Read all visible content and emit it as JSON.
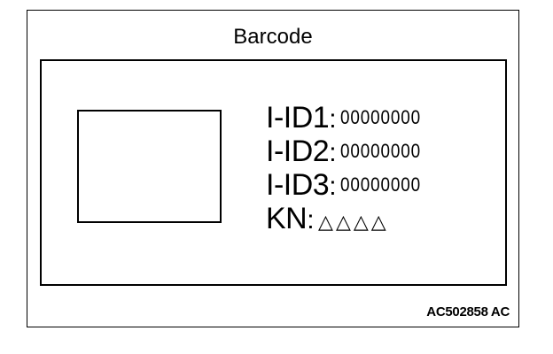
{
  "title": "Barcode",
  "fields": [
    {
      "key": "I-ID1",
      "value": "00000000"
    },
    {
      "key": "I-ID2",
      "value": "00000000"
    },
    {
      "key": "I-ID3",
      "value": "00000000"
    }
  ],
  "kn": {
    "key": "KN",
    "value": "△△△△"
  },
  "figure_code": "AC502858 AC"
}
